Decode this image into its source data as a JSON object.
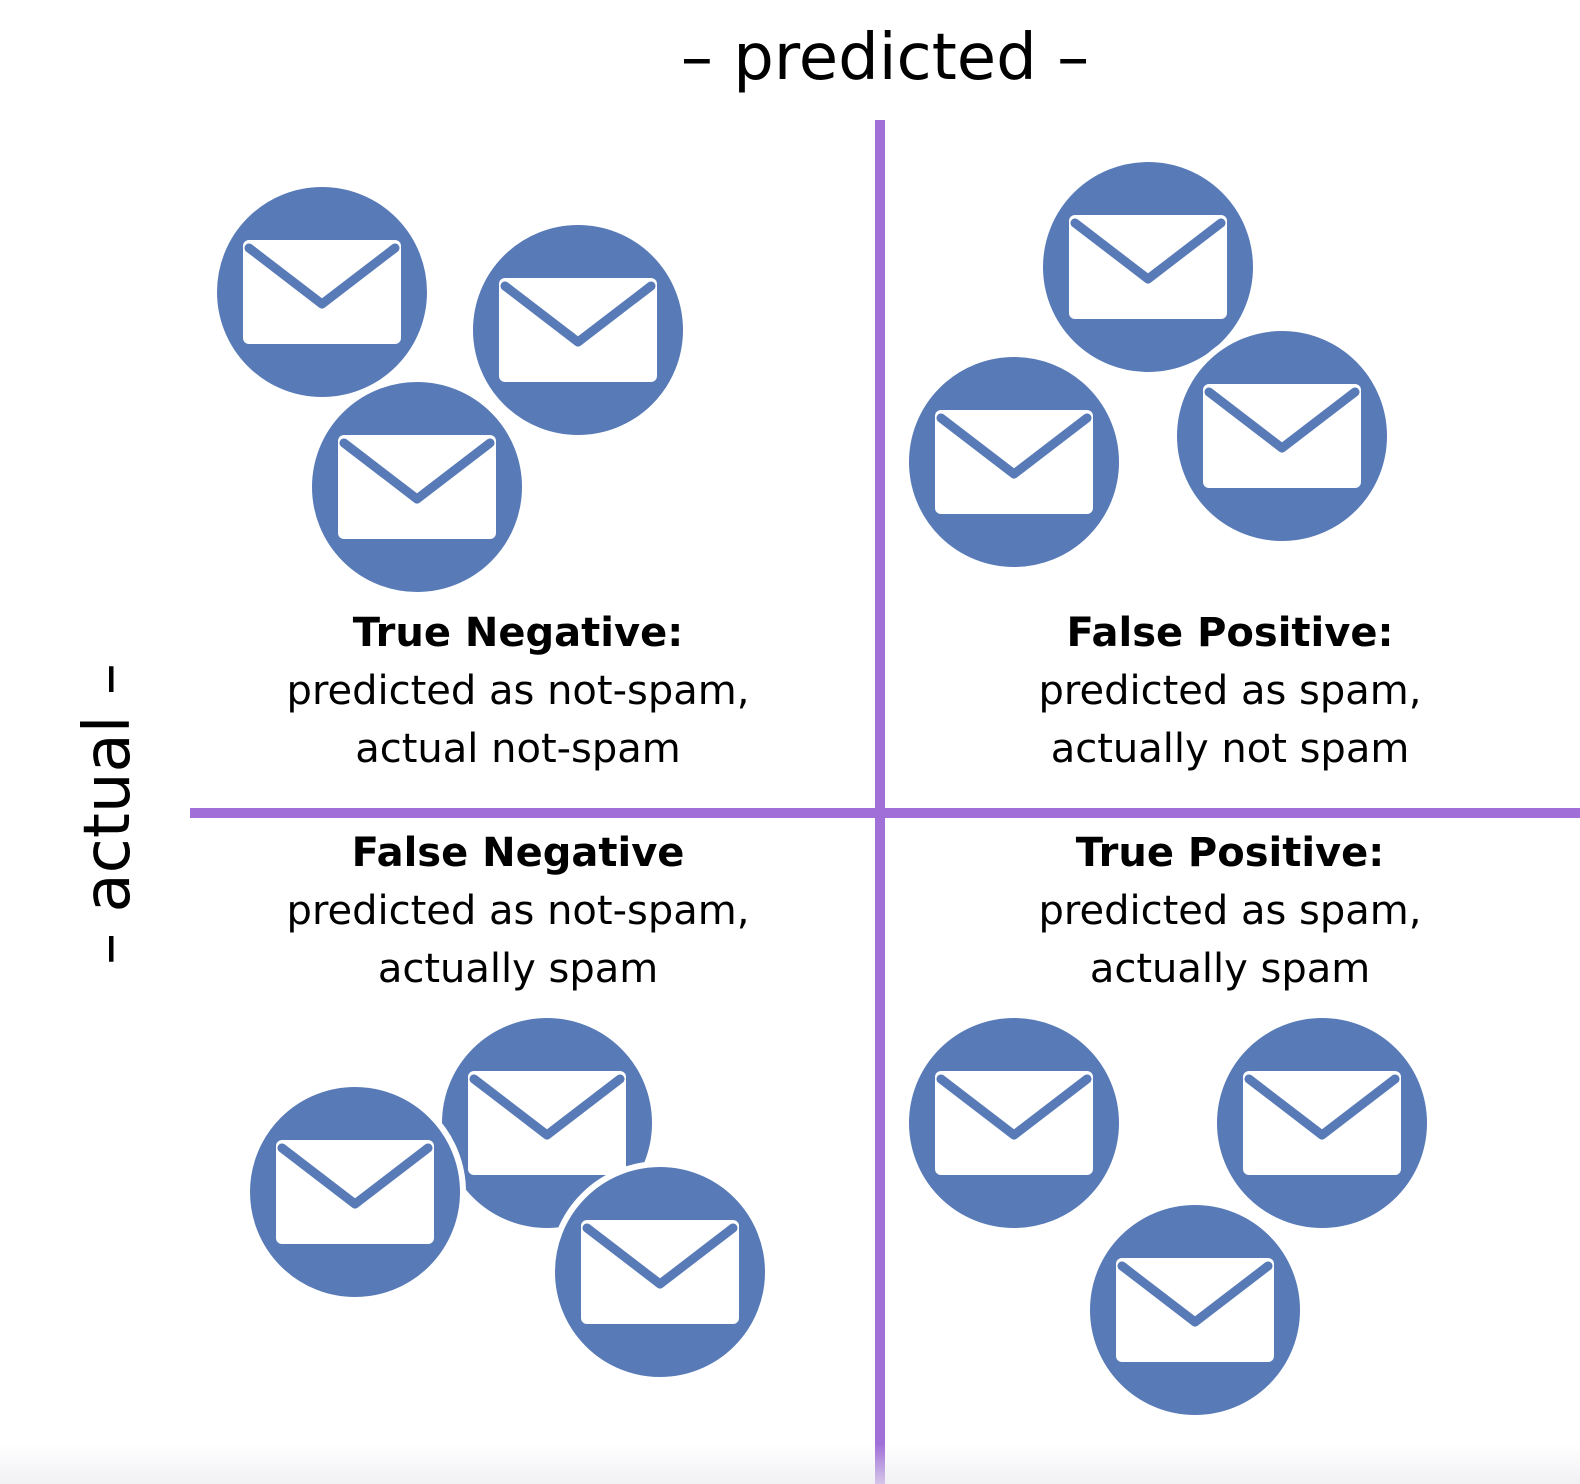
{
  "axes": {
    "top_label": "– predicted –",
    "left_label": "– actual –"
  },
  "quadrants": {
    "true_negative": {
      "title": "True Negative:",
      "line1": "predicted as not-spam,",
      "line2": "actual not-spam",
      "email_count": 3
    },
    "false_positive": {
      "title": "False Positive:",
      "line1": "predicted as spam,",
      "line2": "actually not spam",
      "email_count": 3
    },
    "false_negative": {
      "title": "False Negative",
      "line1": "predicted as not-spam,",
      "line2": "actually spam",
      "email_count": 3
    },
    "true_positive": {
      "title": "True Positive:",
      "line1": "predicted as spam,",
      "line2": "actually spam",
      "email_count": 3
    }
  },
  "colors": {
    "divider": "#a070d8",
    "email_circle": "#587bb8",
    "envelope": "#ffffff"
  },
  "icons": {
    "email": "envelope-icon"
  }
}
